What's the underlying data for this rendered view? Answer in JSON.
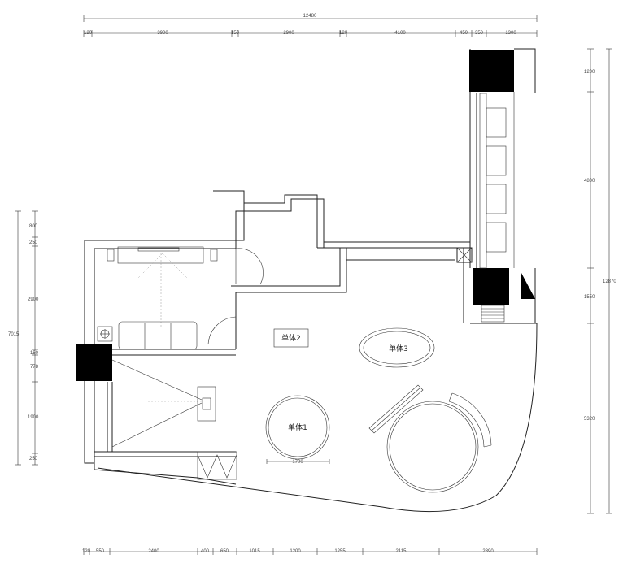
{
  "dimensions": {
    "top_overall": "12480",
    "top_segments": [
      "120",
      "3900",
      "150",
      "2900",
      "120",
      "4100",
      "450",
      "350",
      "1300"
    ],
    "bottom_segments": [
      "120",
      "550",
      "2400",
      "400",
      "650",
      "1015",
      "1200",
      "1255",
      "2115",
      "2890"
    ],
    "left_overall": "7015",
    "left_segments": [
      "800",
      "250",
      "2900",
      "150",
      "778",
      "1900",
      "250"
    ],
    "right_overall": "12870",
    "right_segments": [
      "1200",
      "4800",
      "1550",
      "5320"
    ],
    "scale_bar": "1700"
  },
  "labels": {
    "unit1": "单体1",
    "unit2": "单体2",
    "unit3": "单体3"
  }
}
